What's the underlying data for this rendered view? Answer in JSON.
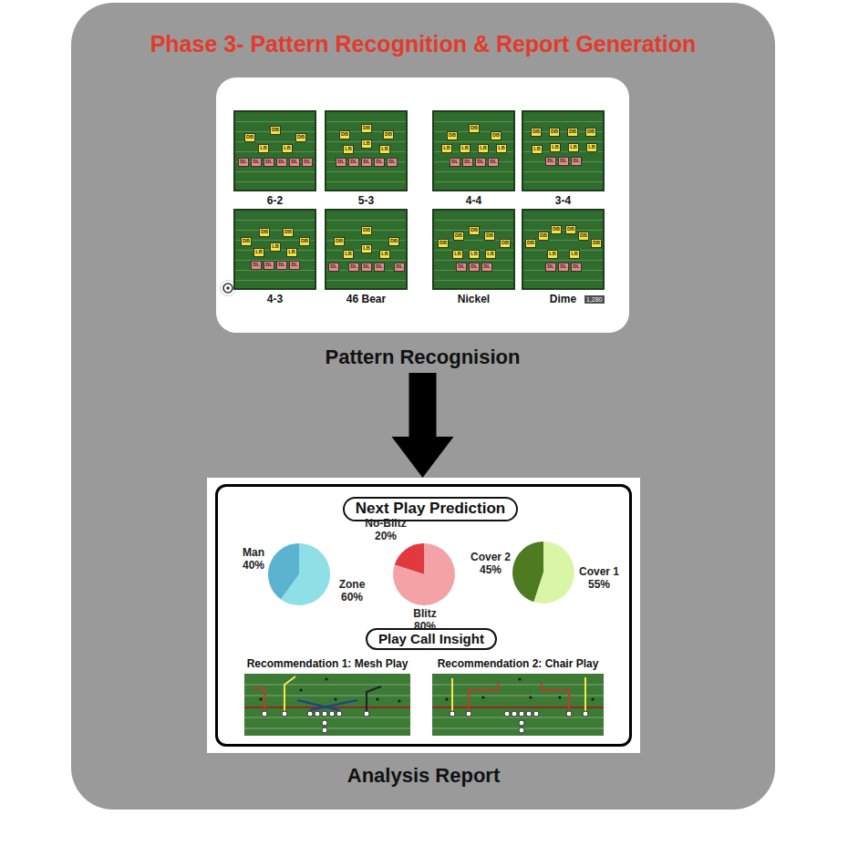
{
  "diagram": {
    "nodes": [
      {
        "text": [
          "Phase 3- Pattern Recognition & Report Generation"
        ]
      },
      {
        "text": [
          "Pattern Recognision"
        ],
        "in": 0
      },
      {
        "text": [
          "6-2"
        ],
        "in": 1
      },
      {
        "text": [
          "DB"
        ],
        "in": 2
      },
      {
        "text": [
          "DB"
        ],
        "in": 2
      },
      {
        "text": [
          "DB"
        ],
        "in": 2
      },
      {
        "text": [
          "LB"
        ],
        "in": 2
      },
      {
        "text": [
          "LB"
        ],
        "in": 2
      },
      {
        "text": [
          "DL"
        ],
        "in": 2
      },
      {
        "text": [
          "DL"
        ],
        "in": 2
      },
      {
        "text": [
          "DL"
        ],
        "in": 2
      },
      {
        "text": [
          "DL"
        ],
        "in": 2
      },
      {
        "text": [
          "DL"
        ],
        "in": 2
      },
      {
        "text": [
          "DL"
        ],
        "in": 2
      },
      {
        "text": [
          "5-3"
        ],
        "in": 1
      },
      {
        "text": [
          "DB"
        ],
        "in": 14
      },
      {
        "text": [
          "DB"
        ],
        "in": 14
      },
      {
        "text": [
          "DB"
        ],
        "in": 14
      },
      {
        "text": [
          "LB"
        ],
        "in": 14
      },
      {
        "text": [
          "LB"
        ],
        "in": 14
      },
      {
        "text": [
          "LB"
        ],
        "in": 14
      },
      {
        "text": [
          "DL"
        ],
        "in": 14
      },
      {
        "text": [
          "DL"
        ],
        "in": 14
      },
      {
        "text": [
          "DL"
        ],
        "in": 14
      },
      {
        "text": [
          "DL"
        ],
        "in": 14
      },
      {
        "text": [
          "DL"
        ],
        "in": 14
      },
      {
        "text": [
          "4-4"
        ],
        "in": 1
      },
      {
        "text": [
          "DB"
        ],
        "in": 26
      },
      {
        "text": [
          "DB"
        ],
        "in": 26
      },
      {
        "text": [
          "DB"
        ],
        "in": 26
      },
      {
        "text": [
          "LB"
        ],
        "in": 26
      },
      {
        "text": [
          "LB"
        ],
        "in": 26
      },
      {
        "text": [
          "LB"
        ],
        "in": 26
      },
      {
        "text": [
          "LB"
        ],
        "in": 26
      },
      {
        "text": [
          "DL"
        ],
        "in": 26
      },
      {
        "text": [
          "DL"
        ],
        "in": 26
      },
      {
        "text": [
          "DL"
        ],
        "in": 26
      },
      {
        "text": [
          "DL"
        ],
        "in": 26
      },
      {
        "text": [
          "3-4"
        ],
        "in": 1
      },
      {
        "text": [
          "DB"
        ],
        "in": 38
      },
      {
        "text": [
          "DB"
        ],
        "in": 38
      },
      {
        "text": [
          "DB"
        ],
        "in": 38
      },
      {
        "text": [
          "DB"
        ],
        "in": 38
      },
      {
        "text": [
          "LB"
        ],
        "in": 38
      },
      {
        "text": [
          "LB"
        ],
        "in": 38
      },
      {
        "text": [
          "LB"
        ],
        "in": 38
      },
      {
        "text": [
          "LB"
        ],
        "in": 38
      },
      {
        "text": [
          "DL"
        ],
        "in": 38
      },
      {
        "text": [
          "DL"
        ],
        "in": 38
      },
      {
        "text": [
          "DL"
        ],
        "in": 38
      },
      {
        "text": [
          "4-3"
        ],
        "in": 1
      },
      {
        "text": [
          "DB"
        ],
        "in": 50
      },
      {
        "text": [
          "DB"
        ],
        "in": 50
      },
      {
        "text": [
          "DB"
        ],
        "in": 50
      },
      {
        "text": [
          "DB"
        ],
        "in": 50
      },
      {
        "text": [
          "LB"
        ],
        "in": 50
      },
      {
        "text": [
          "LB"
        ],
        "in": 50
      },
      {
        "text": [
          "LB"
        ],
        "in": 50
      },
      {
        "text": [
          "DL"
        ],
        "in": 50
      },
      {
        "text": [
          "DL"
        ],
        "in": 50
      },
      {
        "text": [
          "DL"
        ],
        "in": 50
      },
      {
        "text": [
          "DL"
        ],
        "in": 50
      },
      {
        "text": [
          "46 Bear"
        ],
        "in": 1
      },
      {
        "text": [
          "DB"
        ],
        "in": 62
      },
      {
        "text": [
          "DB"
        ],
        "in": 62
      },
      {
        "text": [
          "DB"
        ],
        "in": 62
      },
      {
        "text": [
          "LB"
        ],
        "in": 62
      },
      {
        "text": [
          "LB"
        ],
        "in": 62
      },
      {
        "text": [
          "LB"
        ],
        "in": 62
      },
      {
        "text": [
          "DL"
        ],
        "in": 62
      },
      {
        "text": [
          "DL"
        ],
        "in": 62
      },
      {
        "text": [
          "DL"
        ],
        "in": 62
      },
      {
        "text": [
          "DL"
        ],
        "in": 62
      },
      {
        "text": [
          "DL"
        ],
        "in": 62
      },
      {
        "text": [
          "Nickel"
        ],
        "in": 1
      },
      {
        "text": [
          "DB"
        ],
        "in": 74
      },
      {
        "text": [
          "DB"
        ],
        "in": 74
      },
      {
        "text": [
          "DB"
        ],
        "in": 74
      },
      {
        "text": [
          "DB"
        ],
        "in": 74
      },
      {
        "text": [
          "DB"
        ],
        "in": 74
      },
      {
        "text": [
          "LB"
        ],
        "in": 74
      },
      {
        "text": [
          "LB"
        ],
        "in": 74
      },
      {
        "text": [
          "LB"
        ],
        "in": 74
      },
      {
        "text": [
          "DL"
        ],
        "in": 74
      },
      {
        "text": [
          "DL"
        ],
        "in": 74
      },
      {
        "text": [
          "DL"
        ],
        "in": 74
      },
      {
        "text": [
          "Dime"
        ],
        "in": 1
      },
      {
        "text": [
          "DB"
        ],
        "in": 86
      },
      {
        "text": [
          "DB"
        ],
        "in": 86
      },
      {
        "text": [
          "DB"
        ],
        "in": 86
      },
      {
        "text": [
          "DB"
        ],
        "in": 86
      },
      {
        "text": [
          "DB"
        ],
        "in": 86
      },
      {
        "text": [
          "DB"
        ],
        "in": 86
      },
      {
        "text": [
          "LB"
        ],
        "in": 86
      },
      {
        "text": [
          "LB"
        ],
        "in": 86
      },
      {
        "text": [
          "DL"
        ],
        "in": 86
      },
      {
        "text": [
          "DL"
        ],
        "in": 86
      },
      {
        "text": [
          "DL"
        ],
        "in": 86
      },
      {
        "text": [
          "Analysis Report"
        ],
        "in": 0
      },
      {
        "text": [
          "Next Play Prediction"
        ],
        "in": 98
      },
      {
        "text": [
          "Man 40%",
          "Zone 60%"
        ],
        "in": 98
      },
      {
        "text": [
          "No-Blitz 20%",
          "Blitz 80%"
        ],
        "in": 98
      },
      {
        "text": [
          "Cover 2 45%",
          "Cover 1 55%"
        ],
        "in": 98
      },
      {
        "text": [
          "Play Call Insight"
        ],
        "in": 98
      },
      {
        "text": [
          "Recommendation 1: Mesh Play"
        ],
        "in": 98
      },
      {
        "text": [
          "Recommendation 2: Chair Play"
        ],
        "in": 98
      }
    ],
    "edges": [
      {
        "from": 1,
        "to": 98,
        "arrow": "to"
      }
    ],
    "labels": [
      "1,280"
    ]
  }
}
